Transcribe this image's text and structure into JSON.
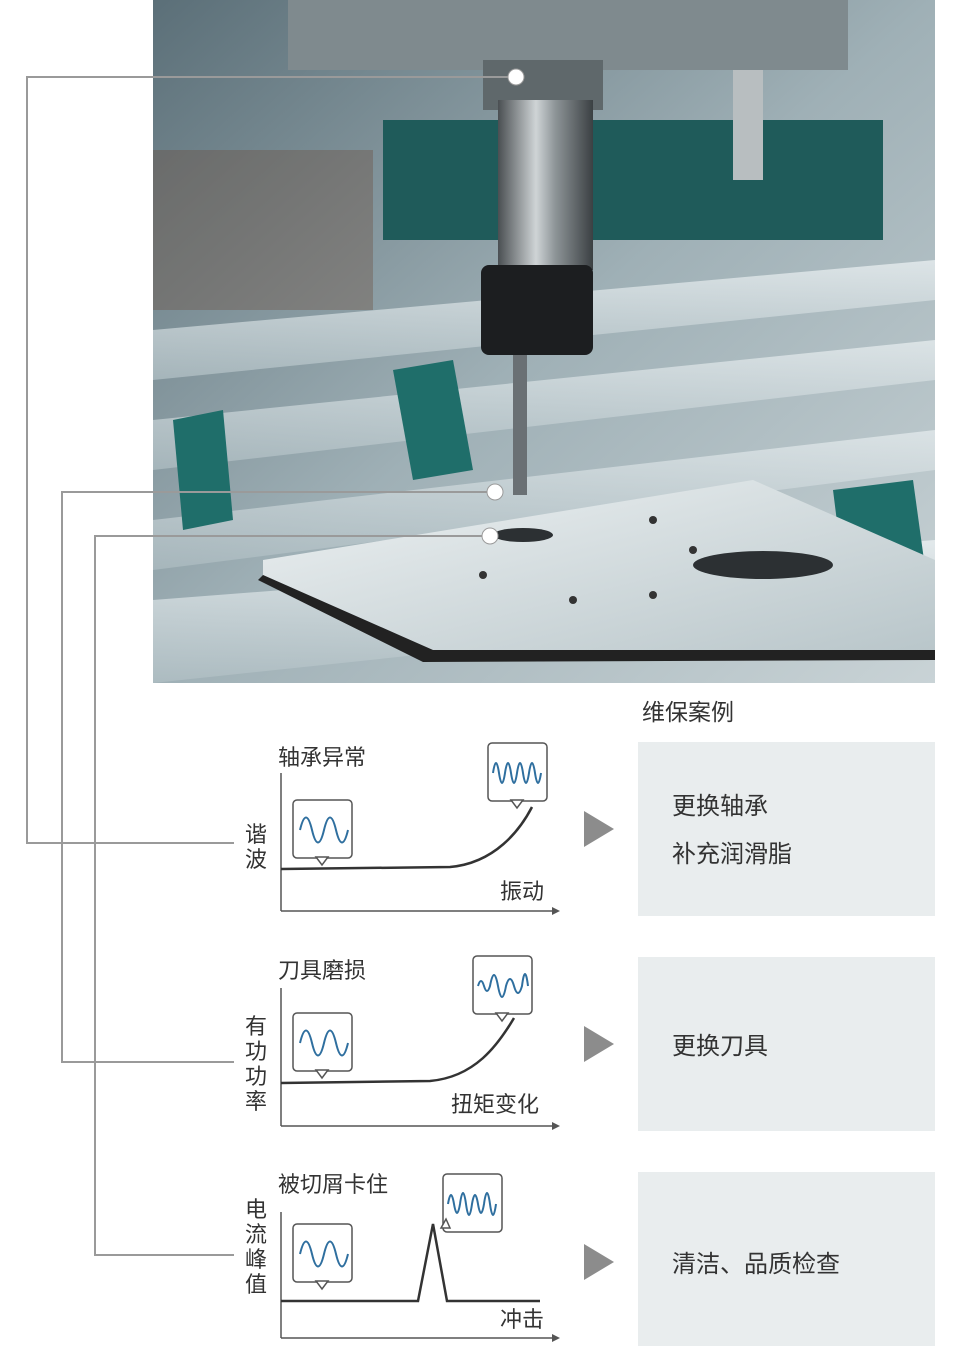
{
  "maintenance_heading": "维保案例",
  "photo": {
    "subject": "cnc-drill-machining-plate"
  },
  "panels": [
    {
      "title": "轴承异常",
      "signal": "谐波",
      "x_label": "振动",
      "actions": [
        "更换轴承",
        "补充润滑脂"
      ],
      "curve": "exponential-rise"
    },
    {
      "title": "刀具磨损",
      "signal": "有功功率",
      "x_label": "扭矩变化",
      "actions": [
        "更换刀具"
      ],
      "curve": "exponential-rise"
    },
    {
      "title": "被切屑卡住",
      "signal": "电流峰值",
      "x_label": "冲击",
      "actions": [
        "清洁、品质检查"
      ],
      "curve": "spike"
    }
  ],
  "colors": {
    "wave": "#2f6f9f",
    "connector": "#9a9a9a",
    "arrow": "#8c8c8c",
    "box": "#e9edee",
    "curve": "#333333"
  }
}
